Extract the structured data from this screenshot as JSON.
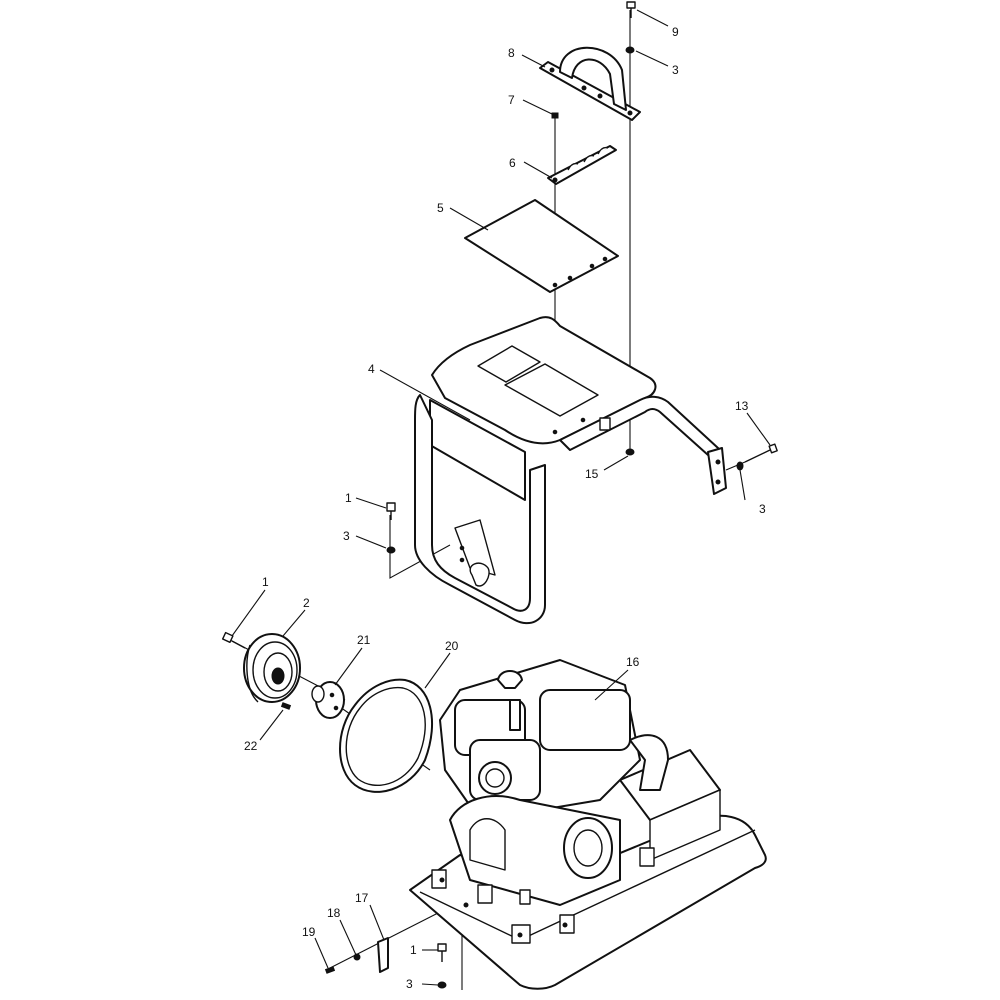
{
  "callouts": [
    {
      "id": "c9",
      "text": "9"
    },
    {
      "id": "c3a",
      "text": "3"
    },
    {
      "id": "c8",
      "text": "8"
    },
    {
      "id": "c7",
      "text": "7"
    },
    {
      "id": "c6",
      "text": "6"
    },
    {
      "id": "c5",
      "text": "5"
    },
    {
      "id": "c4",
      "text": "4"
    },
    {
      "id": "c13",
      "text": "13"
    },
    {
      "id": "c15",
      "text": "15"
    },
    {
      "id": "c3b",
      "text": "3"
    },
    {
      "id": "c1a",
      "text": "1"
    },
    {
      "id": "c3c",
      "text": "3"
    },
    {
      "id": "c1b",
      "text": "1"
    },
    {
      "id": "c2",
      "text": "2"
    },
    {
      "id": "c21",
      "text": "21"
    },
    {
      "id": "c20",
      "text": "20"
    },
    {
      "id": "c16",
      "text": "16"
    },
    {
      "id": "c22",
      "text": "22"
    },
    {
      "id": "c17",
      "text": "17"
    },
    {
      "id": "c18",
      "text": "18"
    },
    {
      "id": "c19",
      "text": "19"
    },
    {
      "id": "c1c",
      "text": "1"
    },
    {
      "id": "c3d",
      "text": "3"
    }
  ]
}
